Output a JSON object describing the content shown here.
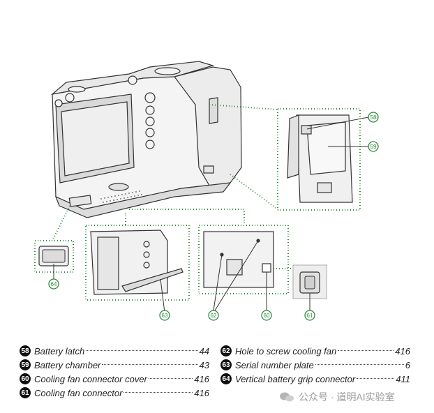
{
  "callouts": {
    "c58": "58",
    "c59": "59",
    "c60": "60",
    "c61": "61",
    "c62": "62",
    "c63": "63",
    "c64": "64"
  },
  "legend": [
    {
      "num": "58",
      "label": "Battery latch",
      "page": "44"
    },
    {
      "num": "59",
      "label": "Battery chamber",
      "page": "43"
    },
    {
      "num": "60",
      "label": "Cooling fan connector cover",
      "page": "416"
    },
    {
      "num": "61",
      "label": "Cooling fan connector",
      "page": "416"
    },
    {
      "num": "62",
      "label": "Hole to screw cooling fan",
      "page": "416"
    },
    {
      "num": "63",
      "label": "Serial number plate",
      "page": "6"
    },
    {
      "num": "64",
      "label": "Vertical battery grip connector",
      "page": "411"
    }
  ],
  "watermark": {
    "text": "公众号 · 道明AI实验室"
  },
  "colors": {
    "callout_green": "#2e8b3a",
    "line": "#333333"
  }
}
